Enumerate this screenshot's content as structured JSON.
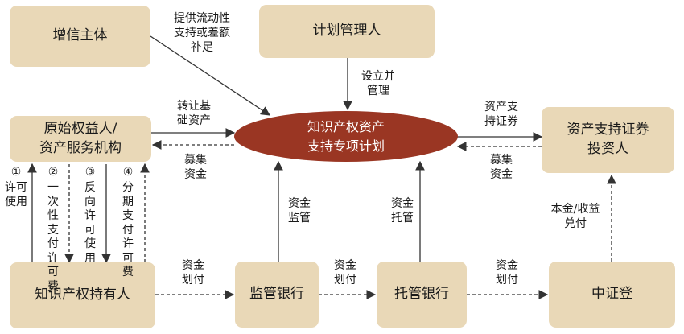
{
  "nodes": {
    "credit_subject": "增信主体",
    "plan_manager": "计划管理人",
    "originator": "原始权益人/\n资产服务机构",
    "special_plan": "知识产权资产\n支持专项计划",
    "investors": "资产支持证券\n投资人",
    "ip_holder": "知识产权持有人",
    "supervising_bank": "监管银行",
    "custodian_bank": "托管银行",
    "csdc": "中证登"
  },
  "edge_labels": {
    "credit_support": "提供流动性\n支持或差额\n补足",
    "establish_manage": "设立并\n管理",
    "transfer_assets": "转让基\n础资产",
    "raise_funds_left": "募集\n资金",
    "abs_securities": "资产支\n持证券",
    "raise_funds_right": "募集\n资金",
    "fund_supervision": "资金\n监管",
    "fund_custody": "资金\n托管",
    "principal_payout": "本金/收益\n兑付",
    "transfer_funds_1": "资金\n划付",
    "transfer_funds_2": "资金\n划付",
    "transfer_funds_3": "资金\n划付"
  },
  "license_steps": [
    {
      "num": "①",
      "text": "许可使用"
    },
    {
      "num": "②",
      "text": "一次性支付许可费"
    },
    {
      "num": "③",
      "text": "反向许可使用"
    },
    {
      "num": "④",
      "text": "分期支付许可费"
    }
  ],
  "colors": {
    "box_fill": "#e9d8b7",
    "center_fill": "#9a3623",
    "arrow": "#333333"
  }
}
